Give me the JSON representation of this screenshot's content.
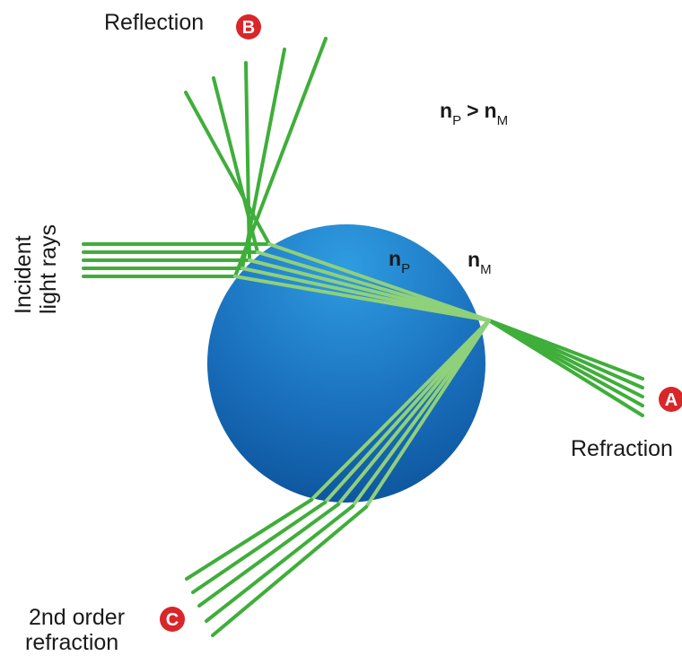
{
  "labels": {
    "reflection": "Reflection",
    "refraction": "Refraction",
    "second_order_line1": "2nd order",
    "second_order_line2": "refraction",
    "incident_line1": "Incident",
    "incident_line2": "light rays"
  },
  "badges": {
    "a": "A",
    "b": "B",
    "c": "C"
  },
  "indices": {
    "relation_n_left": "n",
    "relation_sub_left": "P",
    "relation_gt": ">",
    "relation_n_right": "n",
    "relation_sub_right": "M",
    "particle_n": "n",
    "particle_sub": "P",
    "medium_n": "n",
    "medium_sub": "M"
  },
  "colors": {
    "ray_outside": "#3fae3a",
    "ray_inside": "#8fd07a",
    "particle_top": "#2f9ce0",
    "particle_bottom": "#0b4f96",
    "badge": "#d8262a",
    "text": "#1a1a1a"
  }
}
